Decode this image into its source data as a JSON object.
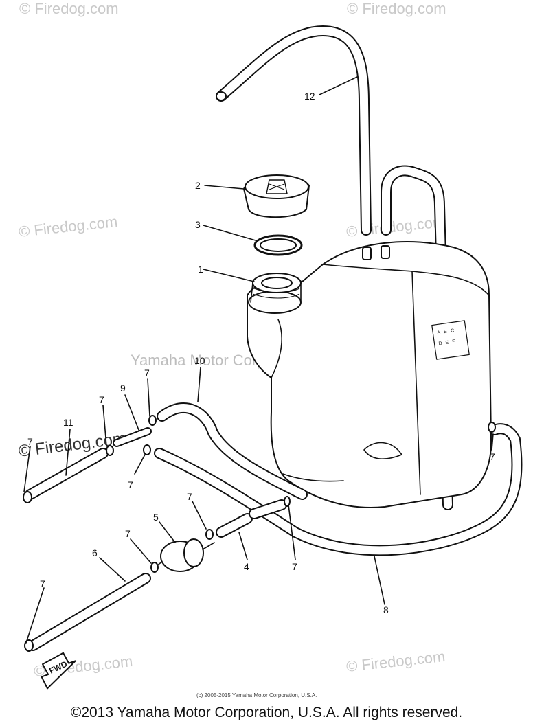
{
  "watermarks": {
    "site": "© Firedog.com",
    "site_bold": "© Firedog.com",
    "corp": "Yamaha Motor Corp, U.S.A."
  },
  "callouts": [
    "1",
    "2",
    "3",
    "4",
    "5",
    "6",
    "7",
    "8",
    "9",
    "10",
    "11",
    "12"
  ],
  "decal_text": [
    "A",
    "B",
    "C",
    "D",
    "E",
    "F"
  ],
  "fwd_label": "FWD",
  "small_copyright": "(c) 2005-2015 Yamaha Motor Corporation, U.S.A.",
  "footer": "©2013 Yamaha Motor Corporation, U.S.A. All rights reserved."
}
